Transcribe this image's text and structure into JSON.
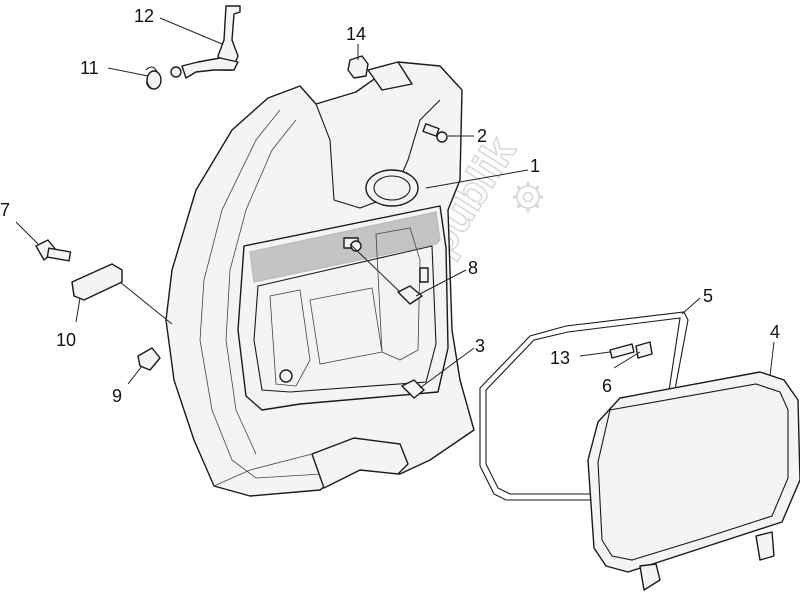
{
  "watermark": {
    "text": "PartsRepublik",
    "icon": "gear-icon"
  },
  "callouts": [
    {
      "id": "1",
      "label": "1"
    },
    {
      "id": "2",
      "label": "2"
    },
    {
      "id": "3",
      "label": "3"
    },
    {
      "id": "4",
      "label": "4"
    },
    {
      "id": "5",
      "label": "5"
    },
    {
      "id": "6",
      "label": "6"
    },
    {
      "id": "7",
      "label": "7"
    },
    {
      "id": "8",
      "label": "8"
    },
    {
      "id": "9",
      "label": "9"
    },
    {
      "id": "10",
      "label": "10"
    },
    {
      "id": "11",
      "label": "11"
    },
    {
      "id": "12",
      "label": "12"
    },
    {
      "id": "13",
      "label": "13"
    },
    {
      "id": "14",
      "label": "14"
    }
  ],
  "colors": {
    "line": "#1a1a1a",
    "fill": "#f4f4f4",
    "watermark": "#d6d6d6"
  }
}
